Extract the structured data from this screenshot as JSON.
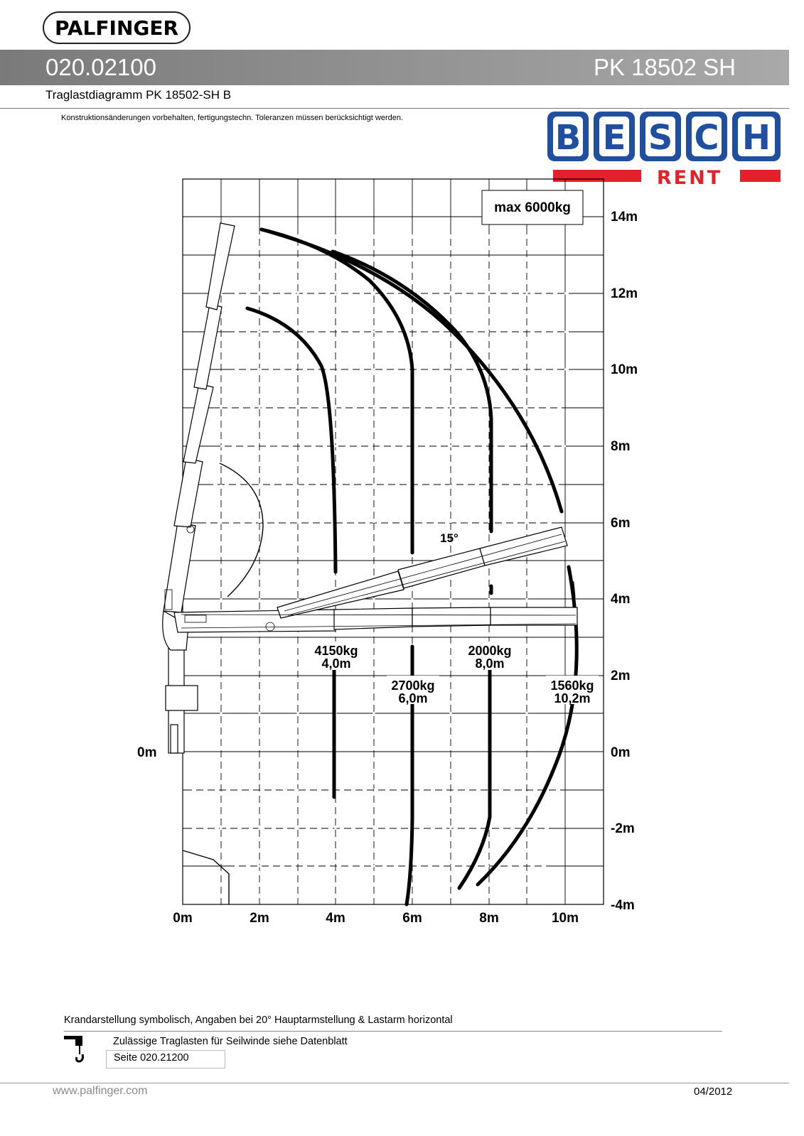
{
  "header": {
    "brand_logo": "PALFINGER",
    "doc_number": "020.02100",
    "model": "PK 18502 SH",
    "subtitle": "Traglastdiagramm PK 18502-SH B",
    "disclaimer": "Konstruktionsänderungen vorbehalten, fertigungstechn. Toleranzen müssen berücksichtigt werden."
  },
  "besch_logo": {
    "letters": [
      "B",
      "E",
      "S",
      "C",
      "H"
    ],
    "tagline": "RENT",
    "colors": {
      "blue": "#1f4f9e",
      "red": "#e3212b"
    }
  },
  "diagram": {
    "max_load_label": "max 6000kg",
    "angle_label": "15°",
    "x_tick_labels": [
      "0m",
      "2m",
      "4m",
      "6m",
      "8m",
      "10m"
    ],
    "y_tick_labels": [
      "14m",
      "12m",
      "10m",
      "8m",
      "6m",
      "4m",
      "2m",
      "0m",
      "-2m",
      "-4m"
    ],
    "y_zero_left_label": "0m",
    "load_labels": [
      {
        "load": "4150kg",
        "reach": "4,0m"
      },
      {
        "load": "2700kg",
        "reach": "6,0m"
      },
      {
        "load": "2000kg",
        "reach": "8,0m"
      },
      {
        "load": "1560kg",
        "reach": "10,2m"
      }
    ]
  },
  "footer": {
    "note": "Krandarstellung symbolisch, Angaben bei 20° Hauptarmstellung & Lastarm horizontal",
    "winch_note": "Zulässige Traglasten für Seilwinde siehe Datenblatt",
    "page_ref": "Seite 020.21200",
    "website": "www.palfinger.com",
    "date": "04/2012"
  }
}
